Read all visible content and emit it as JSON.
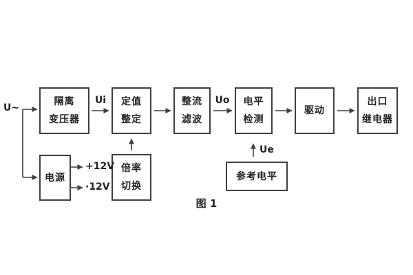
{
  "figure": {
    "caption": "图 1",
    "input_label": "U~",
    "signals": {
      "ui": "Ui",
      "uo": "Uo",
      "ue": "Ue"
    },
    "power_outputs": {
      "positive": "+12V",
      "negative": "·12V"
    },
    "blocks": {
      "isolation_transformer": {
        "line1": "隔离",
        "line2": "变压器"
      },
      "setting_adjust": {
        "line1": "定值",
        "line2": "整定"
      },
      "rectifier_filter": {
        "line1": "整流",
        "line2": "滤波"
      },
      "level_detection": {
        "line1": "电平",
        "line2": "检测"
      },
      "driver": {
        "line1": "驱动"
      },
      "output_relay": {
        "line1": "出口",
        "line2": "继电器"
      },
      "power_supply": {
        "line1": "电源"
      },
      "ratio_switch": {
        "line1": "倍率",
        "line2": "切换"
      },
      "reference_level": {
        "line1": "参考电平"
      }
    },
    "colors": {
      "line": "#3f3f3f",
      "text": "#222222",
      "background": "#ffffff"
    }
  }
}
